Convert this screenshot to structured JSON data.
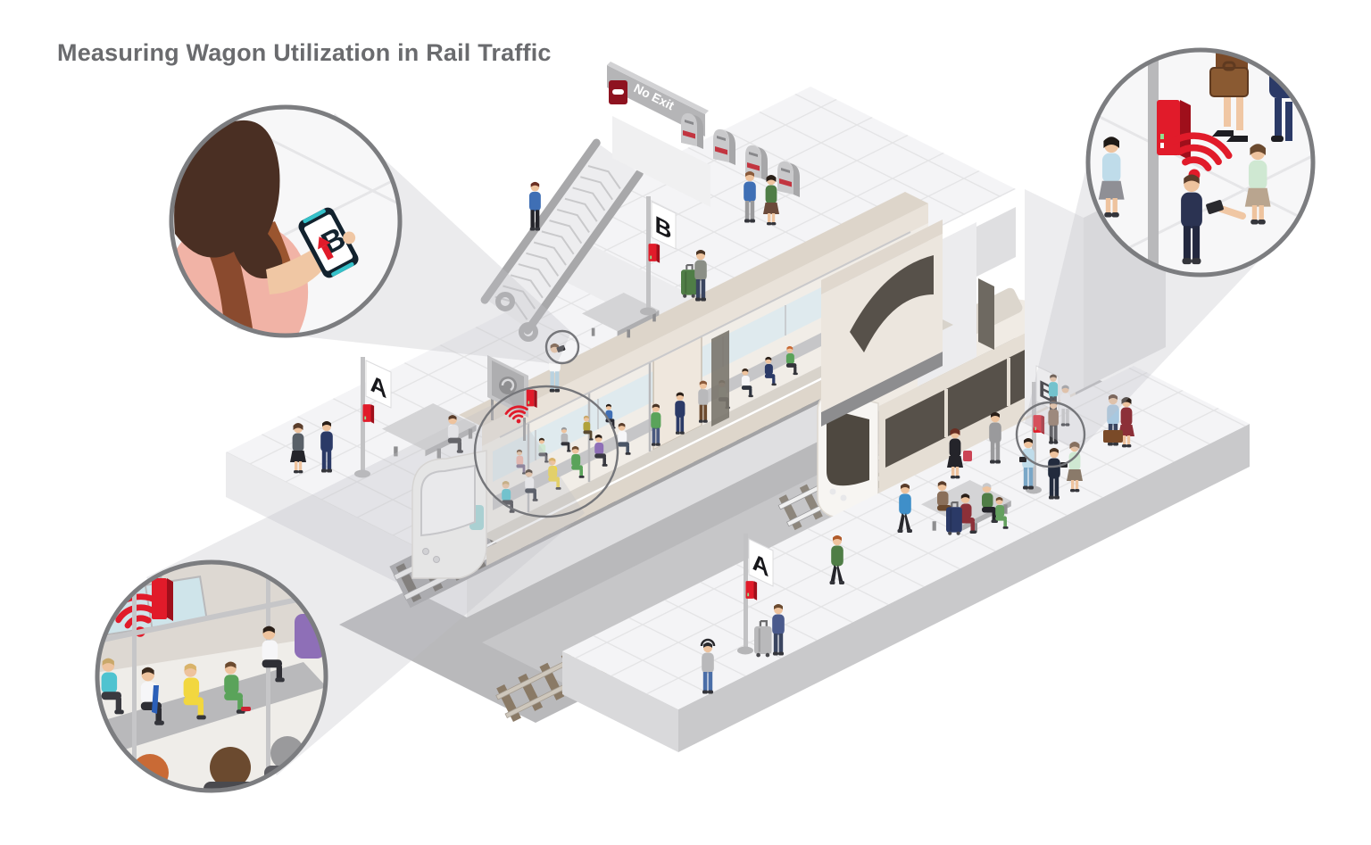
{
  "title": "Measuring Wagon Utilization in Rail Traffic",
  "scene": {
    "signs": {
      "no_exit": "No Exit",
      "platform_a": "A",
      "platform_b": "B"
    },
    "phone": {
      "display": "B"
    }
  },
  "icons": [
    "wifi-icon",
    "no-entry-icon",
    "sensor-box-icon",
    "arrow-up-icon"
  ],
  "colors": {
    "title_text": "#6a6b6e",
    "accent_red": "#e11b2a",
    "sensor_side_red": "#9f0f1b",
    "circle_border": "#7c7d80",
    "beam_gray": "#c2c2c6",
    "platform_top": "#f4f4f6",
    "platform_front": "#c9c9cb",
    "trench": "#b9b9bb",
    "track_tie_brown": "#8a7a66",
    "train_body": "#e9e2d9",
    "train_window": "#57514a",
    "phone_accent": "#35c1c9"
  }
}
